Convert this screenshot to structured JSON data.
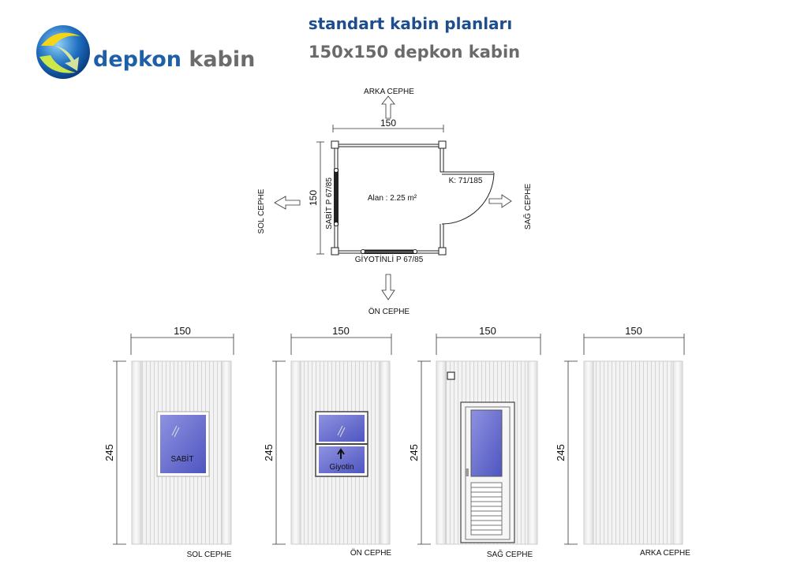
{
  "header": {
    "title": "standart kabin planları",
    "subtitle": "150x150 depkon kabin",
    "logo_word1": "depkon",
    "logo_word2": "kabin"
  },
  "plan": {
    "arka_cephe": "ARKA CEPHE",
    "on_cephe": "ÖN CEPHE",
    "sol_cephe": "SOL CEPHE",
    "sag_cephe": "SAĞ CEPHE",
    "width_dim": "150",
    "height_dim": "150",
    "area_label": "Alan : 2.25 m²",
    "door_label": "K: 71/185",
    "left_window_label": "SABİT  P 67/85",
    "bottom_window_label": "GİYOTİNLİ P 67/85"
  },
  "elevations": [
    {
      "name": "SOL CEPHE",
      "width_dim": "150",
      "height_dim": "245",
      "window_label": "SABİT"
    },
    {
      "name": "ÖN CEPHE",
      "width_dim": "150",
      "height_dim": "245",
      "window_label": "Giyotin"
    },
    {
      "name": "SAĞ CEPHE",
      "width_dim": "150",
      "height_dim": "245"
    },
    {
      "name": "ARKA CEPHE",
      "width_dim": "150",
      "height_dim": "245"
    }
  ],
  "colors": {
    "title": "#1f4e8c",
    "subtitle": "#6a6a6a",
    "glass": "#5e64c8",
    "panel": "#f2f2f2"
  }
}
